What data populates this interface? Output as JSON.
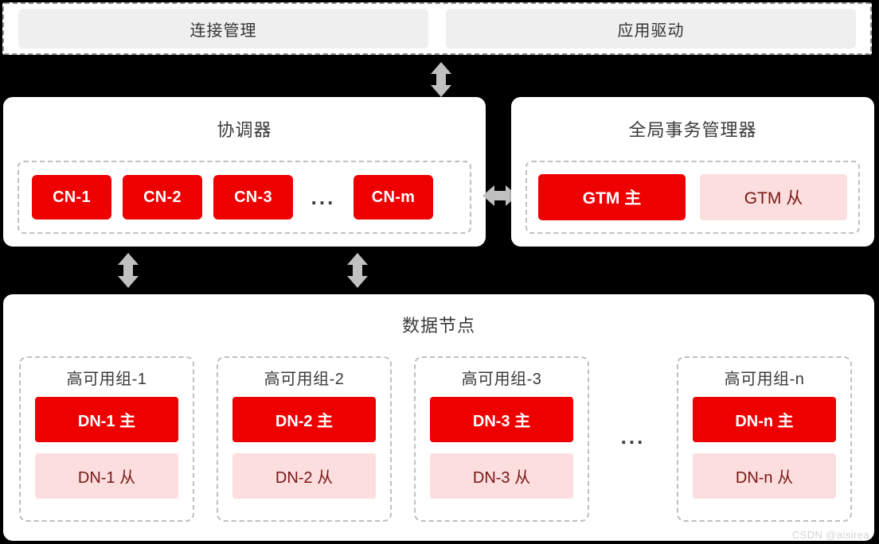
{
  "access_layer": {
    "boxes": [
      {
        "label": "连接管理",
        "name": "connection-management"
      },
      {
        "label": "应用驱动",
        "name": "application-driver"
      }
    ]
  },
  "coordinator": {
    "title": "协调器",
    "nodes": [
      {
        "label": "CN-1"
      },
      {
        "label": "CN-2"
      },
      {
        "label": "CN-3"
      }
    ],
    "ellipsis": "...",
    "last_node": {
      "label": "CN-m"
    }
  },
  "gtm": {
    "title": "全局事务管理器",
    "primary": {
      "label": "GTM 主"
    },
    "standby": {
      "label": "GTM 从"
    }
  },
  "data_nodes": {
    "title": "数据节点",
    "groups": [
      {
        "title": "高可用组-1",
        "primary": "DN-1 主",
        "standby": "DN-1 从"
      },
      {
        "title": "高可用组-2",
        "primary": "DN-2 主",
        "standby": "DN-2 从"
      },
      {
        "title": "高可用组-3",
        "primary": "DN-3 主",
        "standby": "DN-3 从"
      }
    ],
    "ellipsis": "...",
    "last_group": {
      "title": "高可用组-n",
      "primary": "DN-n 主",
      "standby": "DN-n 从"
    }
  },
  "arrows": {
    "top_vertical": "double-arrow-vertical",
    "coordinator_to_gtm": "double-arrow-horizontal",
    "coordinator_to_datanode_left": "double-arrow-vertical",
    "coordinator_to_datanode_right": "double-arrow-vertical"
  },
  "watermark": "CSDN @aisirea",
  "colors": {
    "primary_red": "#ee0000",
    "standby_pink": "#fbdedd",
    "standby_text": "#7a1515",
    "panel_bg": "#ffffff",
    "access_box": "#efefef",
    "dashed_border": "#bfbfbf",
    "arrow_gray": "#c0c0c0",
    "canvas": "#000000"
  }
}
